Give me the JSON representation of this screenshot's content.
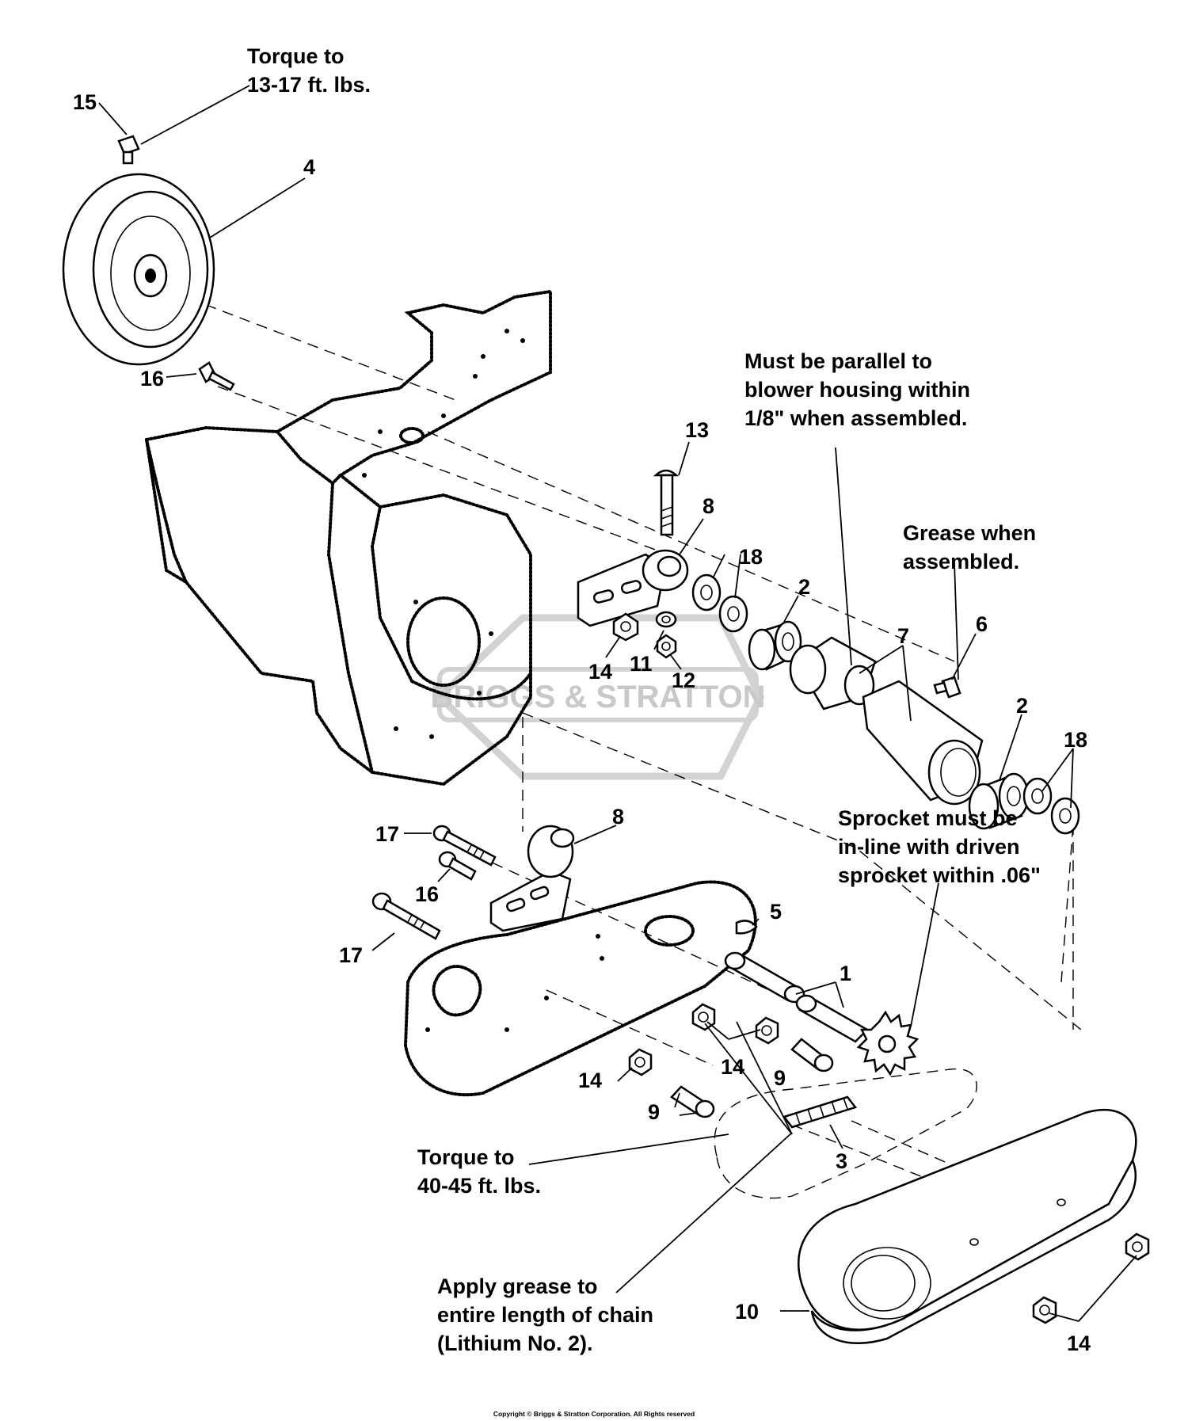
{
  "watermark": {
    "text": "BRIGGS & STRATTON",
    "color": "#c8c8c8"
  },
  "notes": {
    "torque_small_1": "Torque to",
    "torque_small_2": "13-17 ft. lbs.",
    "parallel_1": "Must be parallel to",
    "parallel_2": "blower housing within",
    "parallel_3": "1/8\" when assembled.",
    "grease_1": "Grease when",
    "grease_2": "assembled.",
    "sprocket_1": "Sprocket must be",
    "sprocket_2": "in-line with driven",
    "sprocket_3": "sprocket within .06\"",
    "torque_large_1": "Torque to",
    "torque_large_2": "40-45 ft. lbs.",
    "chain_1": "Apply grease to",
    "chain_2": "entire length of chain",
    "chain_3": "(Lithium No. 2)."
  },
  "callouts": {
    "p15": "15",
    "p4": "4",
    "p16a": "16",
    "p13": "13",
    "p8a": "8",
    "p18a": "18",
    "p2a": "2",
    "p7": "7",
    "p6": "6",
    "p14a": "14",
    "p11": "11",
    "p12": "12",
    "p2b": "2",
    "p18b": "18",
    "p17a": "17",
    "p8b": "8",
    "p16b": "16",
    "p5": "5",
    "p17b": "17",
    "p1": "1",
    "p14b": "14",
    "p14c": "14",
    "p9a": "9",
    "p9b": "9",
    "p3": "3",
    "p10": "10",
    "p14d": "14"
  },
  "footer": {
    "copyright": "Copyright © Briggs & Stratton Corporation. All Rights reserved"
  }
}
